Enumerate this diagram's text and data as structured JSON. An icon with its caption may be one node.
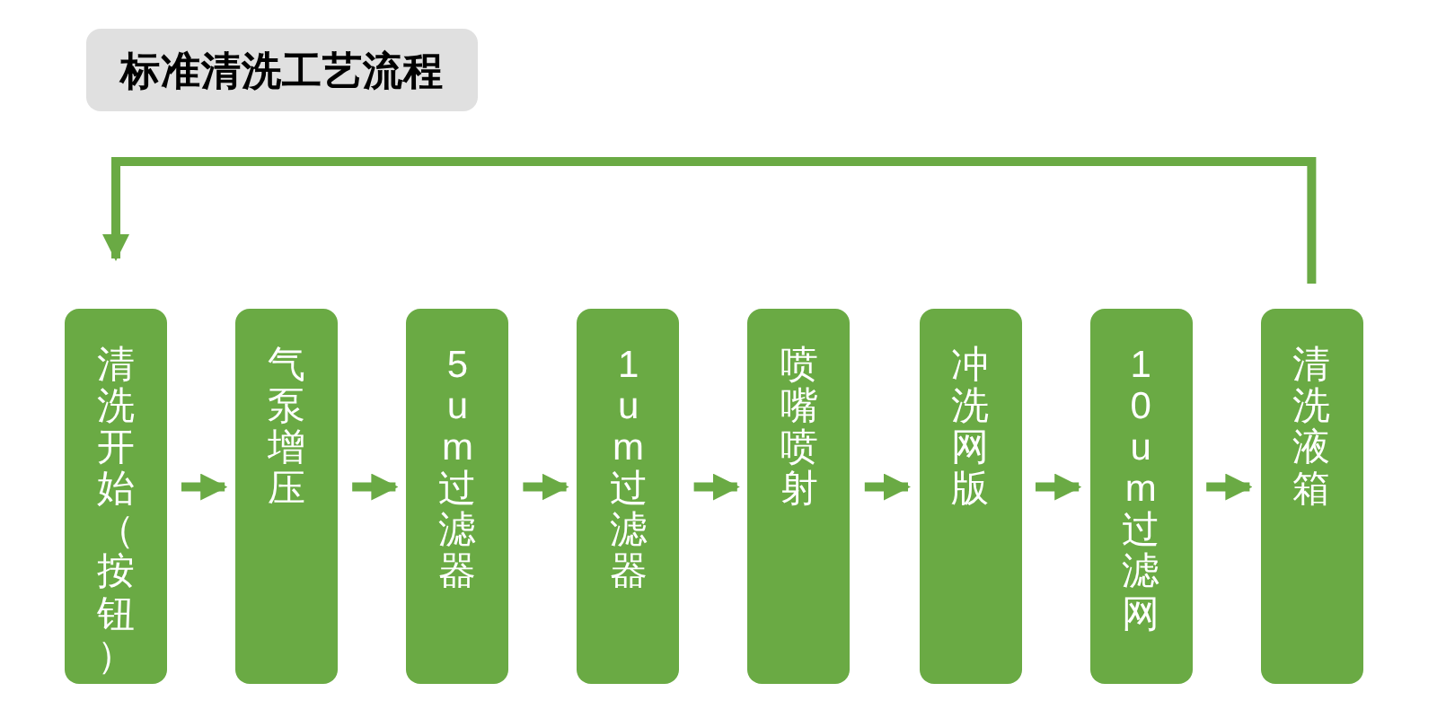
{
  "diagram": {
    "title": "标准清洗工艺流程",
    "nodes": [
      {
        "text": [
          "清洗开始（按钮）"
        ]
      },
      {
        "text": [
          "气泵增压"
        ]
      },
      {
        "text": [
          "5um过滤器"
        ]
      },
      {
        "text": [
          "1um过滤器"
        ]
      },
      {
        "text": [
          "喷嘴喷射"
        ]
      },
      {
        "text": [
          "冲洗网版"
        ]
      },
      {
        "text": [
          "10um过滤网"
        ]
      },
      {
        "text": [
          "清洗液箱"
        ]
      }
    ],
    "edges": [
      {
        "from": 0,
        "to": 1,
        "arrow": "to"
      },
      {
        "from": 1,
        "to": 2,
        "arrow": "to"
      },
      {
        "from": 2,
        "to": 3,
        "arrow": "to"
      },
      {
        "from": 3,
        "to": 4,
        "arrow": "to"
      },
      {
        "from": 4,
        "to": 5,
        "arrow": "to"
      },
      {
        "from": 5,
        "to": 6,
        "arrow": "to"
      },
      {
        "from": 6,
        "to": 7,
        "arrow": "to"
      },
      {
        "from": 7,
        "to": 0,
        "arrow": "to"
      }
    ]
  }
}
